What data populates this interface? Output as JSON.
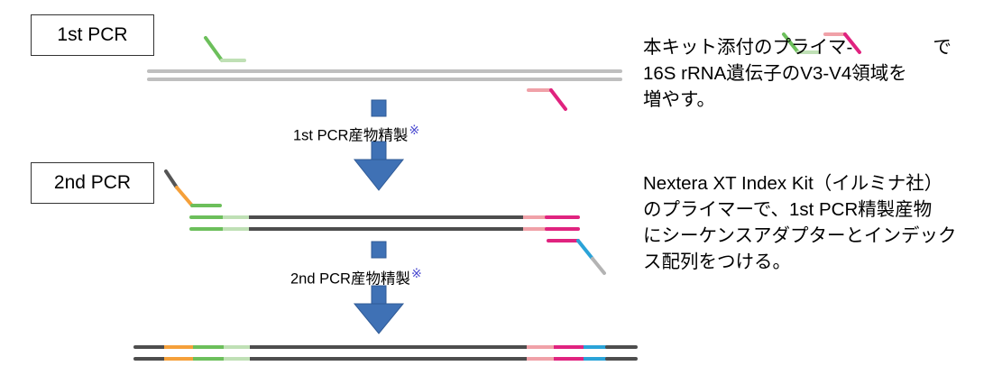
{
  "steps": {
    "first_pcr_label": "1st PCR",
    "second_pcr_label": "2nd PCR",
    "purification_1": "1st PCR産物精製",
    "purification_2": "2nd PCR産物精製",
    "note_mark": "※"
  },
  "descriptions": {
    "first": {
      "line1_before": "本キット添付のプライマ-",
      "line1_after": "で",
      "line2": "16S rRNA遺伝子のV3-V4領域を",
      "line3": "増やす。"
    },
    "second": {
      "line1": "Nextera XT Index Kit（イルミナ社）",
      "line2": "のプライマーで、1st PCR精製産物",
      "line3": "にシーケンスアダプターとインデック",
      "line4": "ス配列をつける。"
    }
  },
  "colors": {
    "template_strand": "#bfbfbf",
    "product_strand": "#4d4d4d",
    "primer_green": "#6cbf5b",
    "primer_light_green": "#bfe0b5",
    "primer_pink": "#f0a1a8",
    "primer_magenta": "#e0237f",
    "adapter_orange": "#f5a03a",
    "index_blue": "#2aa3d8",
    "adapter_gray": "#b3b3b3",
    "arrow_blue": "#3f71b5"
  }
}
